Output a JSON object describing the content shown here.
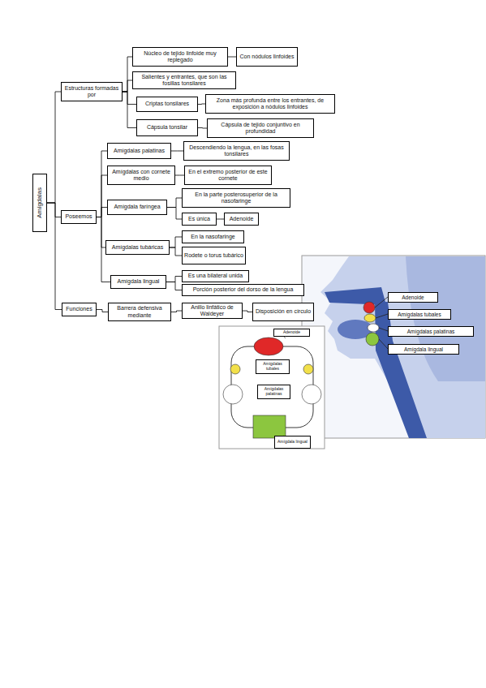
{
  "diagram": {
    "nodes": [
      {
        "text": [
          "Amígdalas"
        ]
      },
      {
        "text": [
          "Estructuras formadas por"
        ]
      },
      {
        "text": [
          "Núcleo de tejido linfoide muy replegado"
        ]
      },
      {
        "text": [
          "Con nódulos linfoides"
        ]
      },
      {
        "text": [
          "Salientes y entrantes, que son las fosillas tonsilares"
        ]
      },
      {
        "text": [
          "Criptas tonsilares"
        ]
      },
      {
        "text": [
          "Zona más profunda entre los entrantes, de exposición a nódulos linfoides"
        ]
      },
      {
        "text": [
          "Cápsula tonsilar"
        ]
      },
      {
        "text": [
          "Cápsula de tejido conjuntivo en profundidad"
        ]
      },
      {
        "text": [
          "Poseemos"
        ]
      },
      {
        "text": [
          "Amígdalas palatinas"
        ]
      },
      {
        "text": [
          "Descendiendo la lengua, en las fosas tonsilares"
        ]
      },
      {
        "text": [
          "Amígdalas con cornete medio"
        ]
      },
      {
        "text": [
          "En el extremo posterior de este cornete"
        ]
      },
      {
        "text": [
          "Amígdala faríngea"
        ]
      },
      {
        "text": [
          "En la parte posterosuperior de la nasofaringe"
        ]
      },
      {
        "text": [
          "Es única"
        ]
      },
      {
        "text": [
          "Adenoide"
        ]
      },
      {
        "text": [
          "Amígdalas tubáricas"
        ]
      },
      {
        "text": [
          "En la nasofaringe"
        ]
      },
      {
        "text": [
          "Rodete o torus tubárico"
        ]
      },
      {
        "text": [
          "Amígdala lingual"
        ]
      },
      {
        "text": [
          "Es una bilateral unida"
        ]
      },
      {
        "text": [
          "Porción posterior del dorso de la lengua"
        ]
      },
      {
        "text": [
          "Funciones"
        ]
      },
      {
        "text": [
          "Barrera defensiva mediante"
        ]
      },
      {
        "text": [
          "Anillo linfático de Waldeyer"
        ]
      },
      {
        "text": [
          "Disposición en círculo"
        ]
      },
      {
        "text": [
          "Adenoide"
        ]
      },
      {
        "text": [
          "Amígdalas tubales"
        ]
      },
      {
        "text": [
          "Amígdalas palatinas"
        ]
      },
      {
        "text": [
          "Amígdala lingual"
        ]
      },
      {
        "text": [
          "Adenoide"
        ]
      },
      {
        "text": [
          "Amígdalas tubales"
        ]
      },
      {
        "text": [
          "Amígdalas palatinas"
        ]
      },
      {
        "text": [
          "Amígdala lingual"
        ]
      }
    ],
    "edges": [
      {
        "from": 0,
        "to": 1,
        "arrow": "none"
      },
      {
        "from": 0,
        "to": 9,
        "arrow": "none"
      },
      {
        "from": 0,
        "to": 24,
        "arrow": "none"
      },
      {
        "from": 1,
        "to": 2,
        "arrow": "none"
      },
      {
        "from": 1,
        "to": 4,
        "arrow": "none"
      },
      {
        "from": 1,
        "to": 5,
        "arrow": "none"
      },
      {
        "from": 1,
        "to": 7,
        "arrow": "none"
      },
      {
        "from": 2,
        "to": 3,
        "arrow": "none"
      },
      {
        "from": 5,
        "to": 6,
        "arrow": "none"
      },
      {
        "from": 7,
        "to": 8,
        "arrow": "none"
      },
      {
        "from": 9,
        "to": 10,
        "arrow": "none"
      },
      {
        "from": 9,
        "to": 12,
        "arrow": "none"
      },
      {
        "from": 9,
        "to": 14,
        "arrow": "none"
      },
      {
        "from": 9,
        "to": 18,
        "arrow": "none"
      },
      {
        "from": 9,
        "to": 21,
        "arrow": "none"
      },
      {
        "from": 10,
        "to": 11,
        "arrow": "none"
      },
      {
        "from": 12,
        "to": 13,
        "arrow": "none"
      },
      {
        "from": 14,
        "to": 15,
        "arrow": "none"
      },
      {
        "from": 14,
        "to": 16,
        "arrow": "none"
      },
      {
        "from": 16,
        "to": 17,
        "arrow": "none"
      },
      {
        "from": 18,
        "to": 19,
        "arrow": "none"
      },
      {
        "from": 18,
        "to": 20,
        "arrow": "none"
      },
      {
        "from": 21,
        "to": 22,
        "arrow": "none"
      },
      {
        "from": 21,
        "to": 23,
        "arrow": "none"
      },
      {
        "from": 24,
        "to": 25,
        "arrow": "none"
      },
      {
        "from": 25,
        "to": 26,
        "arrow": "none"
      },
      {
        "from": 26,
        "to": 27,
        "arrow": "none"
      }
    ]
  }
}
